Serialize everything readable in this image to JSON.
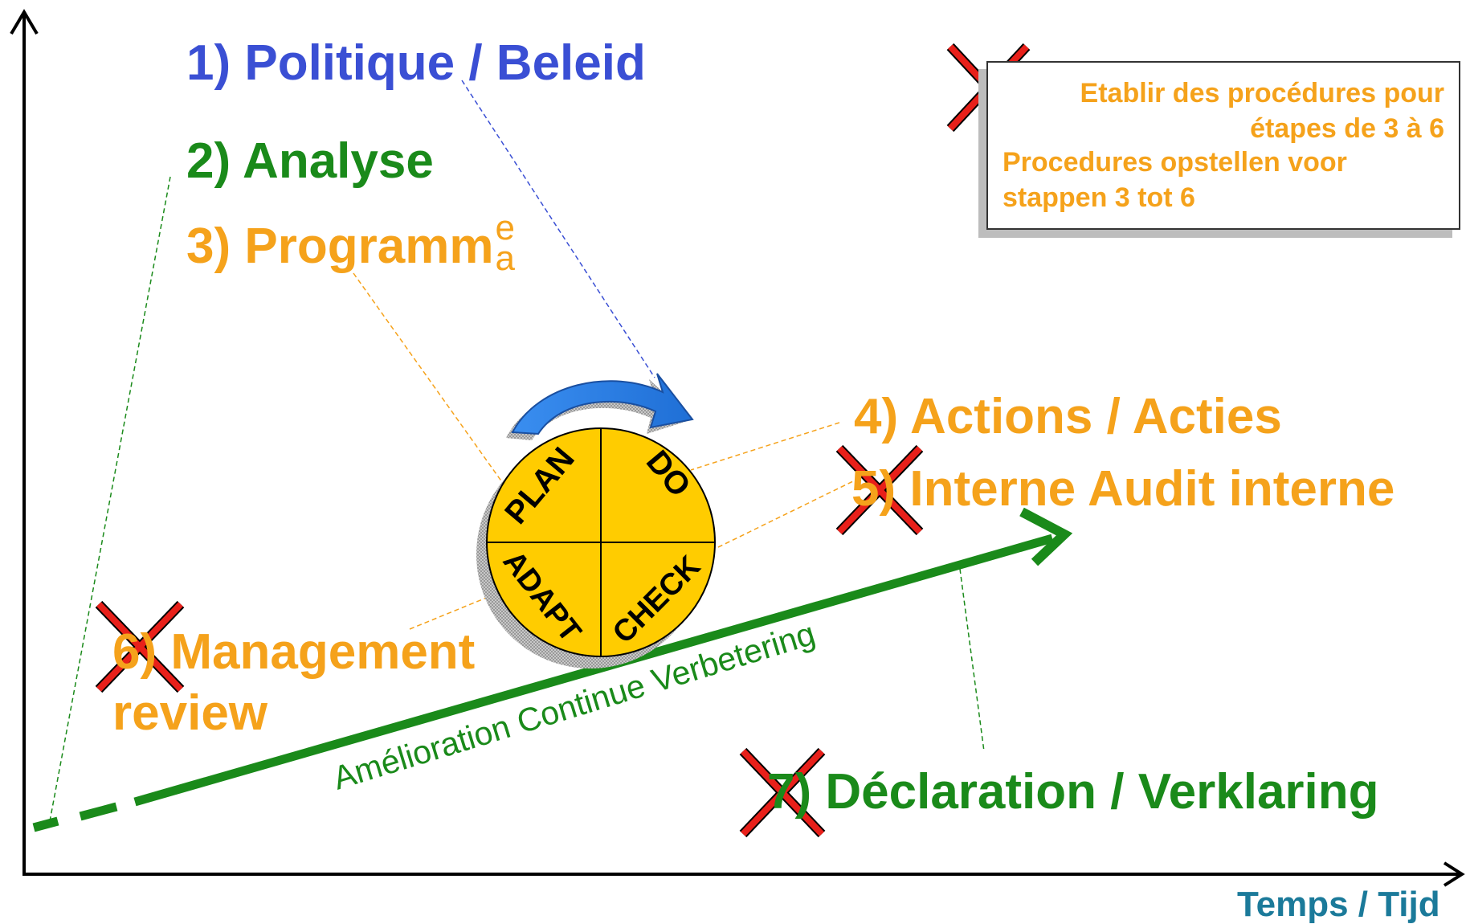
{
  "steps": {
    "s1": "1) Politique / Beleid",
    "s2": "2) Analyse",
    "s3": "3) Programm",
    "s3_sup": "e",
    "s3_sub": "a",
    "s4": "4) Actions / Acties",
    "s5": "5) Interne Audit interne",
    "s6_line1": "6) Management",
    "s6_line2": "review",
    "s7": "7) Déclaration / Verklaring"
  },
  "note": {
    "fr_line1": "Etablir des procédures pour",
    "fr_line2": "étapes de 3 à 6",
    "nl_line1": "Procedures opstellen voor",
    "nl_line2": "stappen 3 tot 6"
  },
  "pdca": {
    "plan": "PLAN",
    "do": "DO",
    "check": "CHECK",
    "adapt": "ADAPT"
  },
  "improvement_label": "Amélioration Continue Verbetering",
  "x_axis_label": "Temps / Tijd",
  "colors": {
    "step_blue": "#3a4fd4",
    "step_green": "#1a8a1a",
    "step_orange": "#f5a21b",
    "axis_label": "#1b7a9a",
    "cross_red": "#e8201a",
    "wheel_yellow": "#ffcc00",
    "cycle_arrow": "#2e86e8"
  }
}
